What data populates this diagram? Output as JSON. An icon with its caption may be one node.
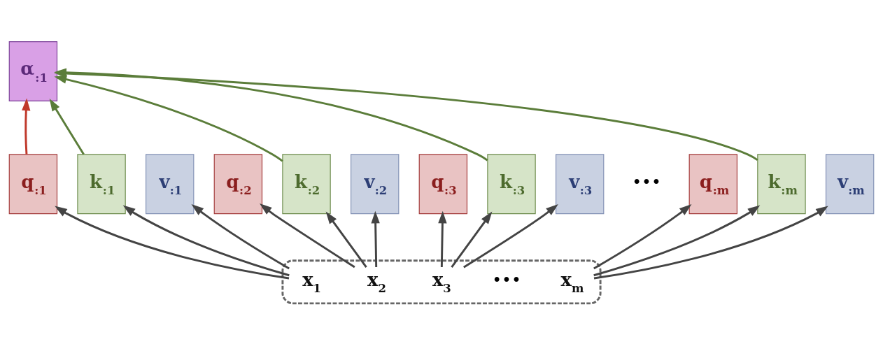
{
  "diagram": {
    "nodes": [
      {
        "text": [
          "α$_{:1}$"
        ]
      },
      {
        "text": [
          "q$_{:1}$"
        ]
      },
      {
        "text": [
          "k$_{:1}$"
        ]
      },
      {
        "text": [
          "v$_{:1}$"
        ]
      },
      {
        "text": [
          "q$_{:2}$"
        ]
      },
      {
        "text": [
          "k$_{:2}$"
        ]
      },
      {
        "text": [
          "v$_{:2}$"
        ]
      },
      {
        "text": [
          "q$_{:3}$"
        ]
      },
      {
        "text": [
          "k$_{:3}$"
        ]
      },
      {
        "text": [
          "v$_{:3}$"
        ]
      },
      {
        "text": [
          "q$_{:m}$"
        ]
      },
      {
        "text": [
          "k$_{:m}$"
        ]
      },
      {
        "text": [
          "v$_{:m}$"
        ]
      },
      {
        "text": [],
        "shape": "box"
      },
      {
        "text": [
          "x$_{1}$"
        ],
        "in": 13
      },
      {
        "text": [
          "x$_{2}$"
        ],
        "in": 13
      },
      {
        "text": [
          "x$_{3}$"
        ],
        "in": 13
      },
      {
        "text": [
          "x$_{m}$"
        ],
        "in": 13
      }
    ],
    "edges": [
      {
        "from": 1,
        "to": 0,
        "arrow": "to",
        "color": "#c0392b"
      },
      {
        "from": 2,
        "to": 0,
        "arrow": "to",
        "color": "#5b7d3a"
      },
      {
        "from": 5,
        "to": 0,
        "arrow": "to",
        "color": "#5b7d3a"
      },
      {
        "from": 8,
        "to": 0,
        "arrow": "to",
        "color": "#5b7d3a"
      },
      {
        "from": 11,
        "to": 0,
        "arrow": "to",
        "color": "#5b7d3a"
      },
      {
        "from": 14,
        "to": 1,
        "arrow": "to"
      },
      {
        "from": 14,
        "to": 2,
        "arrow": "to"
      },
      {
        "from": 14,
        "to": 3,
        "arrow": "to"
      },
      {
        "from": 15,
        "to": 4,
        "arrow": "to"
      },
      {
        "from": 15,
        "to": 5,
        "arrow": "to"
      },
      {
        "from": 15,
        "to": 6,
        "arrow": "to"
      },
      {
        "from": 16,
        "to": 7,
        "arrow": "to"
      },
      {
        "from": 16,
        "to": 8,
        "arrow": "to"
      },
      {
        "from": 16,
        "to": 9,
        "arrow": "to"
      },
      {
        "from": 17,
        "to": 10,
        "arrow": "to"
      },
      {
        "from": 17,
        "to": 11,
        "arrow": "to"
      },
      {
        "from": 17,
        "to": 12,
        "arrow": "to"
      }
    ],
    "labels": [
      "•••",
      "•••"
    ]
  }
}
